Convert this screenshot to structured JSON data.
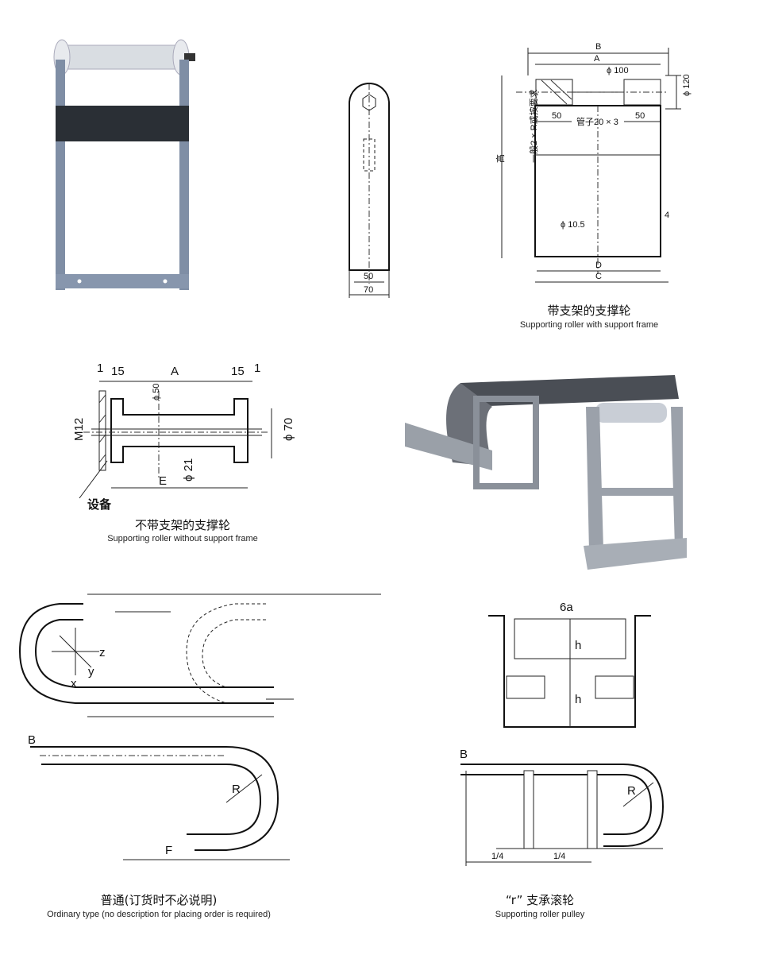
{
  "frame_roller": {
    "caption_cn": "带支架的支撑轮",
    "caption_en": "Supporting roller with support frame",
    "labels": {
      "B": "B",
      "A": "A",
      "phi100": "ϕ 100",
      "phi120": "ϕ 120",
      "left50": "50",
      "right50": "50",
      "tube": "管子20 × 3",
      "height_cn": "高",
      "height_note": "一般2 × R或按要求",
      "phi10_5": "ϕ 10.5",
      "four": "4",
      "D": "D",
      "C": "C"
    }
  },
  "side_view": {
    "w50": "50",
    "w70": "70"
  },
  "no_frame_roller": {
    "caption_cn": "不带支架的支撑轮",
    "caption_en": "Supporting roller without support frame",
    "labels": {
      "one_l": "1",
      "fifteen_l": "15",
      "A": "A",
      "fifteen_r": "15",
      "one_r": "1",
      "phi50": "ϕ 50",
      "M12": "M12",
      "phi70": "ϕ 70",
      "phi21": "ϕ 21",
      "E": "E",
      "equipment": "设备"
    }
  },
  "ordinary": {
    "caption_cn": "普通(订货时不必说明)",
    "caption_en": "Ordinary type (no description for placing order is required)",
    "labels": {
      "B": "B",
      "R": "R",
      "F": "F",
      "x": "x",
      "y": "y",
      "z": "z"
    }
  },
  "pulley": {
    "caption_cn": "“r” 支承滚轮",
    "caption_en": "Supporting roller pulley",
    "labels": {
      "six_a": "6a",
      "h_top": "h",
      "h_bottom": "h",
      "B": "B",
      "R": "R",
      "q1": "1/4",
      "q2": "1/4"
    }
  }
}
